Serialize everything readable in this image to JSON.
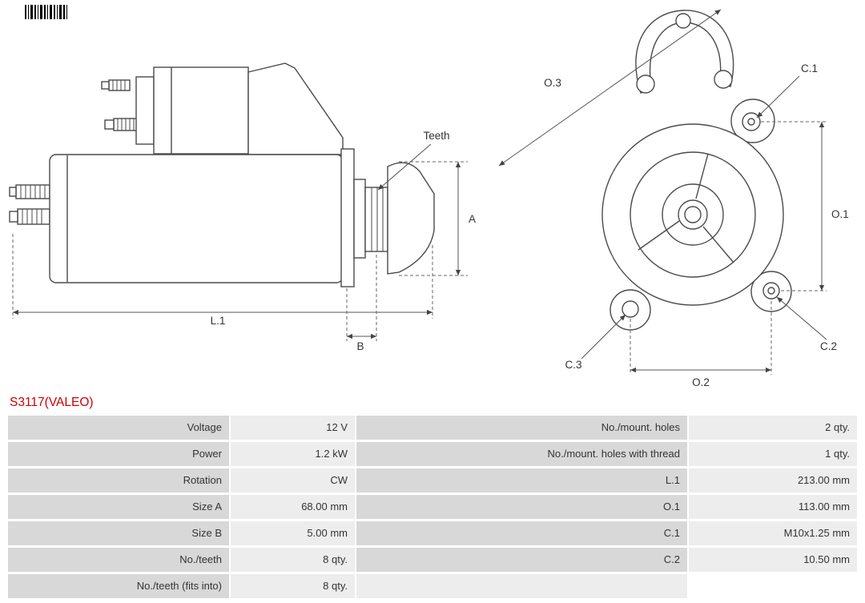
{
  "part": {
    "number": "S3117(VALEO)"
  },
  "diagram": {
    "side": {
      "teeth": "Teeth",
      "a": "A",
      "l1": "L.1",
      "b": "B"
    },
    "front": {
      "o3": "O.3",
      "c1": "C.1",
      "o1": "O.1",
      "o2": "O.2",
      "c2": "C.2",
      "c3": "C.3"
    }
  },
  "spec_table": {
    "rows": [
      {
        "l1": "Voltage",
        "v1": "12 V",
        "l2": "No./mount. holes",
        "v2": "2 qty."
      },
      {
        "l1": "Power",
        "v1": "1.2 kW",
        "l2": "No./mount. holes with thread",
        "v2": "1 qty."
      },
      {
        "l1": "Rotation",
        "v1": "CW",
        "l2": "L.1",
        "v2": "213.00 mm"
      },
      {
        "l1": "Size A",
        "v1": "68.00 mm",
        "l2": "O.1",
        "v2": "113.00 mm"
      },
      {
        "l1": "Size B",
        "v1": "5.00 mm",
        "l2": "C.1",
        "v2": "M10x1.25 mm"
      },
      {
        "l1": "No./teeth",
        "v1": "8 qty.",
        "l2": "C.2",
        "v2": "10.50 mm"
      },
      {
        "l1": "No./teeth (fits into)",
        "v1": "8 qty.",
        "l2": "",
        "v2": ""
      }
    ]
  },
  "colors": {
    "part_number": "#cc0000",
    "label_cell": "#d8d8d8",
    "value_cell": "#ededed",
    "drawing_line": "#4a4a4a"
  }
}
